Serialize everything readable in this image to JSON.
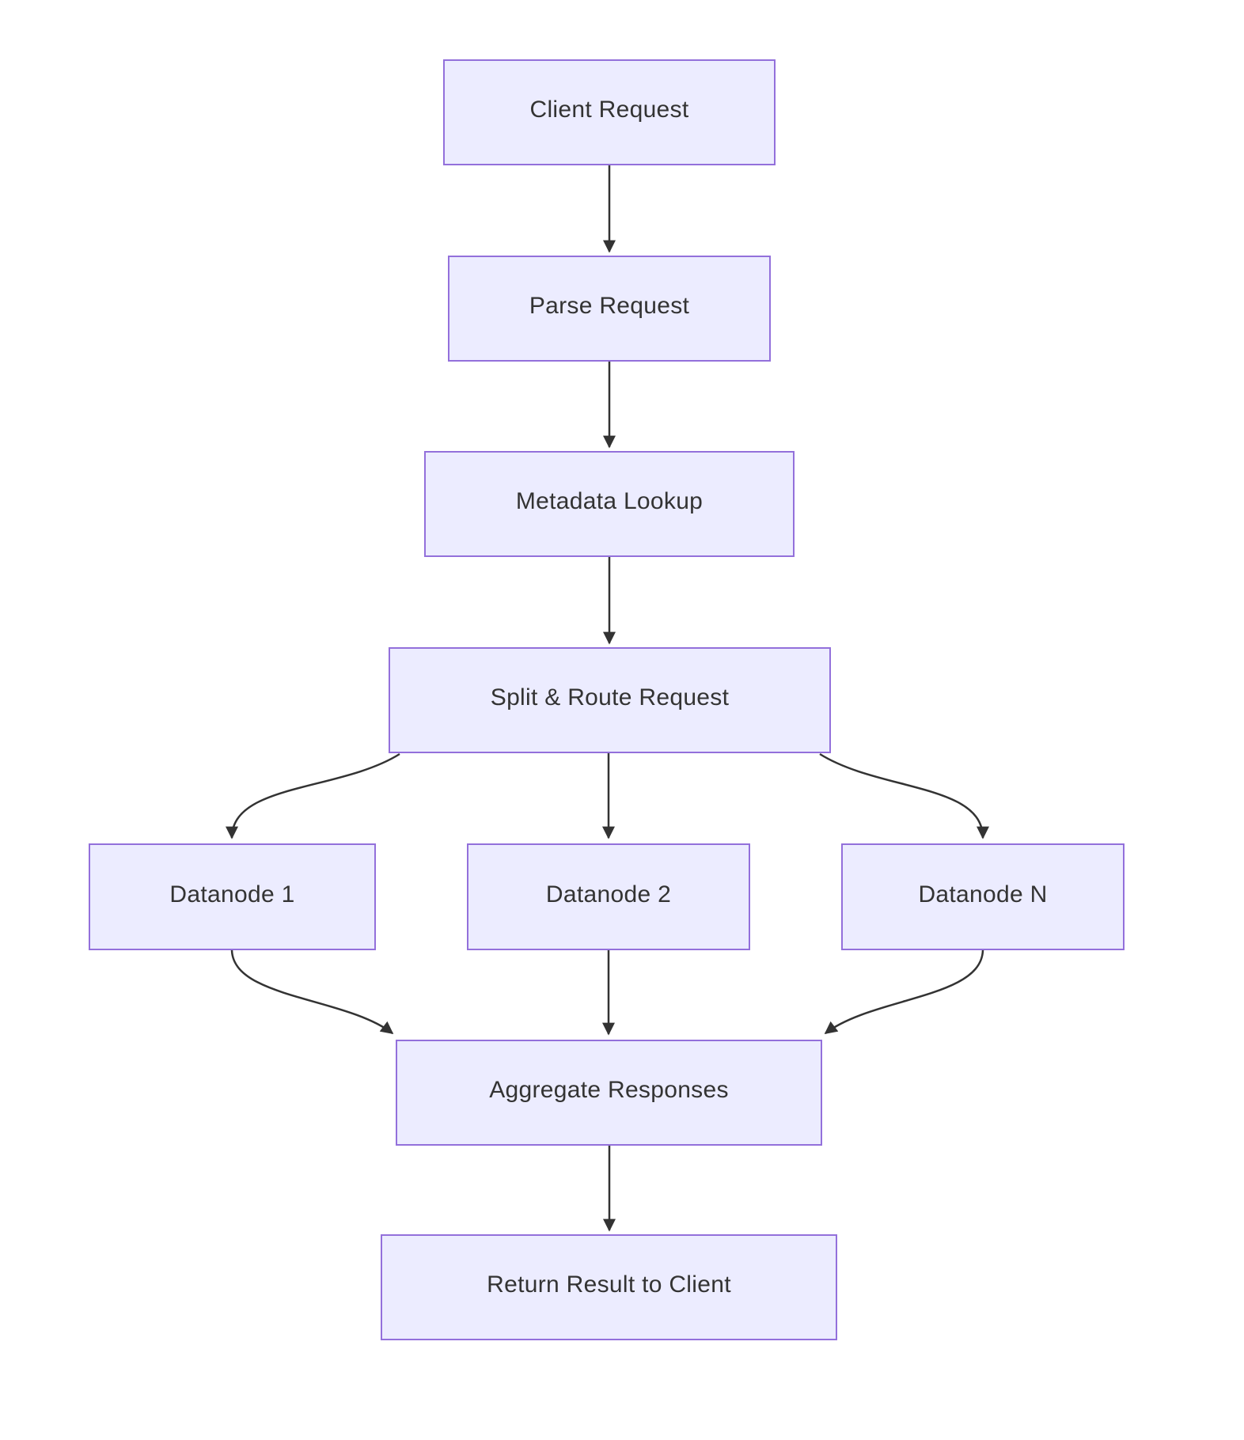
{
  "diagram": {
    "type": "flowchart",
    "direction": "top-down",
    "nodes": [
      {
        "id": "client",
        "label": "Client Request"
      },
      {
        "id": "parse",
        "label": "Parse Request"
      },
      {
        "id": "metadata",
        "label": "Metadata Lookup"
      },
      {
        "id": "split",
        "label": "Split & Route Request"
      },
      {
        "id": "datanode1",
        "label": "Datanode 1"
      },
      {
        "id": "datanode2",
        "label": "Datanode 2"
      },
      {
        "id": "datanodeN",
        "label": "Datanode N"
      },
      {
        "id": "aggregate",
        "label": "Aggregate Responses"
      },
      {
        "id": "return",
        "label": "Return Result to Client"
      }
    ],
    "edges": [
      {
        "from": "client",
        "to": "parse"
      },
      {
        "from": "parse",
        "to": "metadata"
      },
      {
        "from": "metadata",
        "to": "split"
      },
      {
        "from": "split",
        "to": "datanode1"
      },
      {
        "from": "split",
        "to": "datanode2"
      },
      {
        "from": "split",
        "to": "datanodeN"
      },
      {
        "from": "datanode1",
        "to": "aggregate"
      },
      {
        "from": "datanode2",
        "to": "aggregate"
      },
      {
        "from": "datanodeN",
        "to": "aggregate"
      },
      {
        "from": "aggregate",
        "to": "return"
      }
    ],
    "colors": {
      "node_fill": "#ECECFF",
      "node_border": "#9370DB",
      "arrow": "#333333",
      "text": "#333333",
      "background": "#FFFFFF"
    }
  }
}
